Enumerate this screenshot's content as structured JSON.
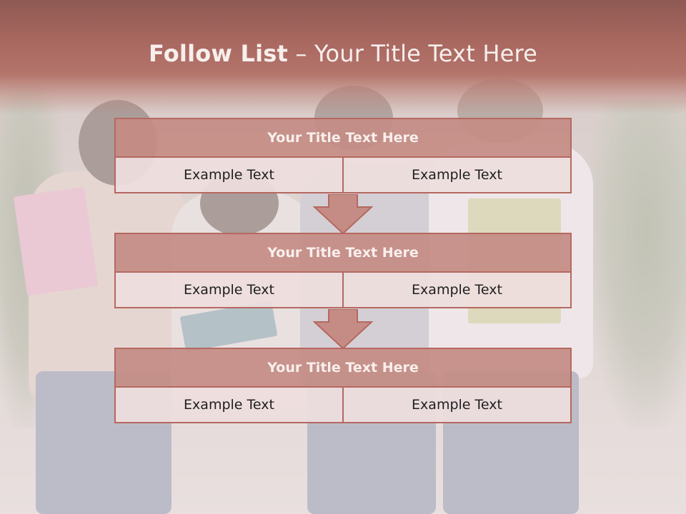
{
  "slide": {
    "title_bold": "Follow List",
    "title_rest": " – Your Title Text Here",
    "colors": {
      "accent": "#b56860",
      "header_fill": "#c48c84",
      "cell_fill": "#eedede",
      "title_text": "#f7efec"
    },
    "background_image": "students-with-books-photo",
    "blocks": [
      {
        "title": "Your Title Text Here",
        "left": "Example Text",
        "right": "Example Text"
      },
      {
        "title": "Your Title Text Here",
        "left": "Example Text",
        "right": "Example Text"
      },
      {
        "title": "Your Title Text Here",
        "left": "Example Text",
        "right": "Example Text"
      }
    ],
    "connector_icon": "down-arrow-icon"
  }
}
